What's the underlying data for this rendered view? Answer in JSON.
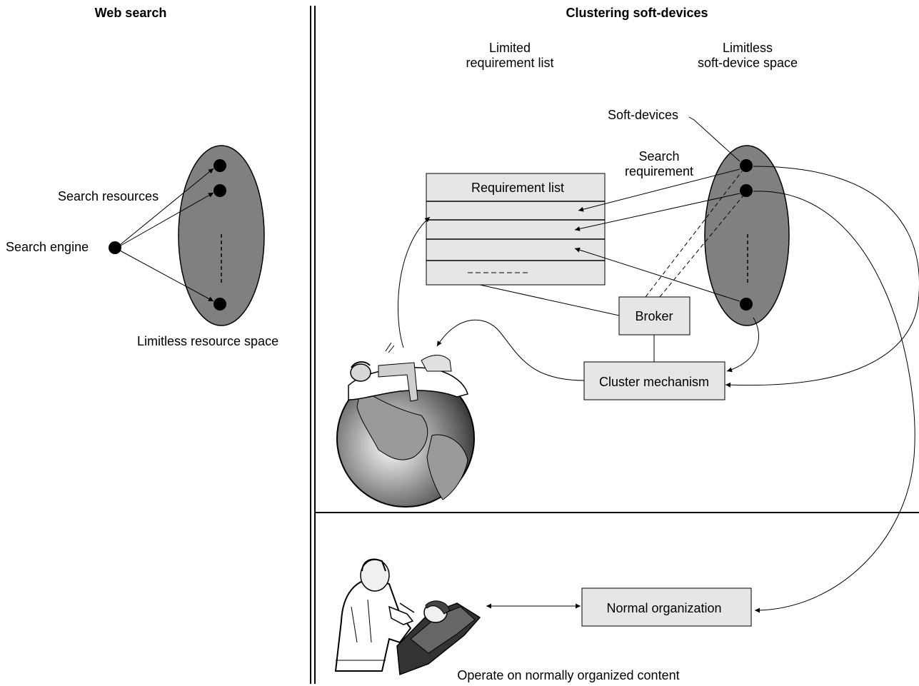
{
  "left_panel": {
    "title": "Web search",
    "search_engine_label": "Search engine",
    "search_resources_label": "Search resources",
    "resource_space_label": "Limitless resource space"
  },
  "right_panel": {
    "title": "Clustering soft-devices",
    "limited_label_line1": "Limited",
    "limited_label_line2": "requirement list",
    "limitless_label_line1": "Limitless",
    "limitless_label_line2": "soft-device space",
    "soft_devices_label": "Soft-devices",
    "search_requirement_line1": "Search",
    "search_requirement_line2": "requirement",
    "requirement_list_title": "Requirement list",
    "requirement_list_dashes": "- - - - - -",
    "broker_label": "Broker",
    "cluster_mechanism_label": "Cluster mechanism"
  },
  "bottom_panel": {
    "normal_organization_label": "Normal organization",
    "operate_label": "Operate on normally organized content"
  },
  "icons": [
    "globe-with-person-icon",
    "doctor-with-patient-icon"
  ],
  "colors": {
    "ellipse_fill": "#808080",
    "box_fill": "#e6e6e6",
    "stroke": "#000000"
  }
}
